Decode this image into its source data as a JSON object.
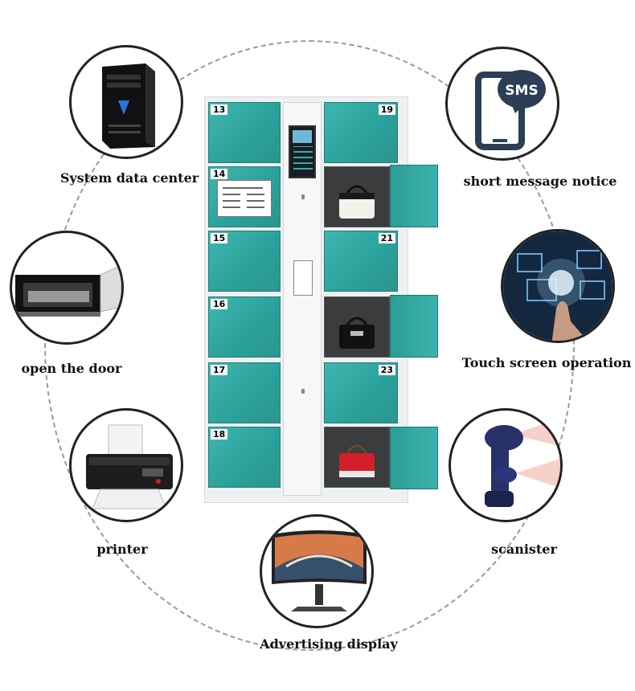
{
  "features": {
    "system_data_center": "System data center",
    "short_message_notice": "short message notice",
    "open_the_door": "open the door",
    "touch_screen_operation": "Touch screen operation",
    "printer": "printer",
    "scanister": "scanister",
    "advertising_display": "Advertising display"
  },
  "sms_text": "SMS",
  "locker_numbers": {
    "n13": "13",
    "n14": "14",
    "n15": "15",
    "n16": "16",
    "n17": "17",
    "n18": "18",
    "n19": "19",
    "n21": "21",
    "n23": "23"
  },
  "colors": {
    "locker_teal": "#2aa09a",
    "ring_dashed": "#9a9a9a",
    "circle_border": "#222222",
    "label_text": "#111111"
  }
}
